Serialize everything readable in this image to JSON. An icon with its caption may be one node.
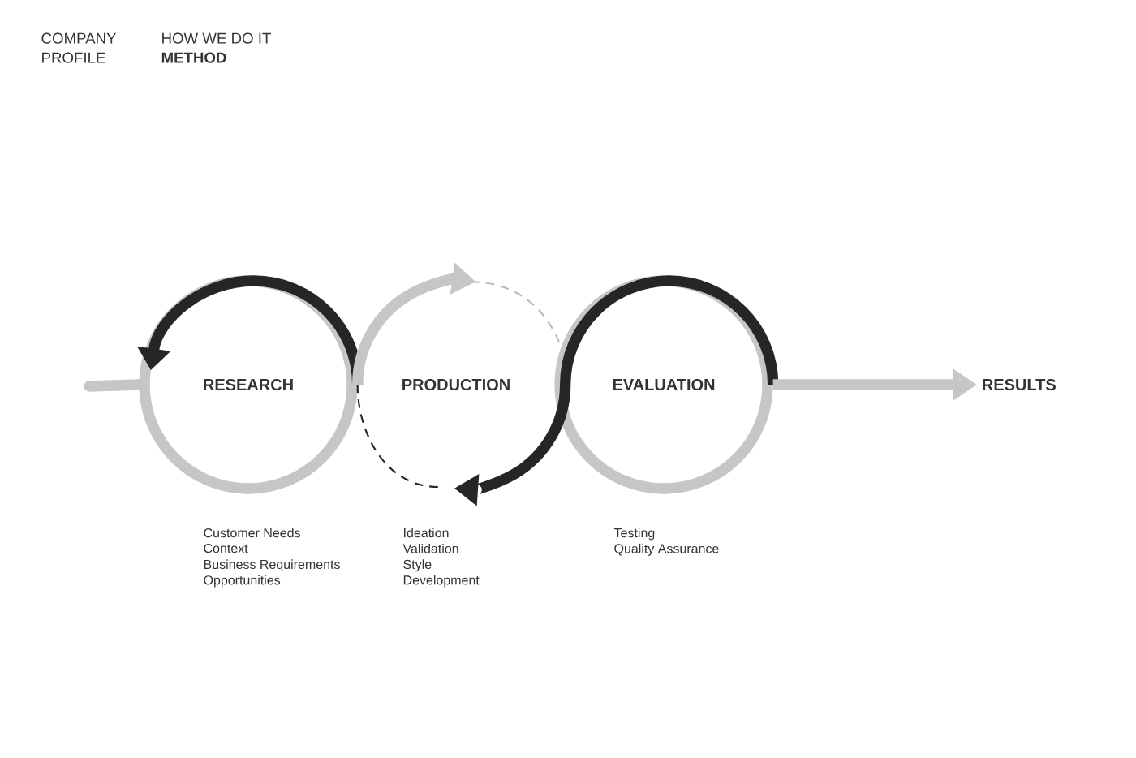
{
  "diagram": {
    "nodes": [
      {
        "text": [
          "RESEARCH"
        ],
        "beside": [
          "Customer Needs",
          "Context",
          "Business Requirements",
          "Opportunities"
        ]
      },
      {
        "text": [
          "PRODUCTION"
        ],
        "beside": [
          "Ideation",
          "Validation",
          "Style",
          "Development"
        ]
      },
      {
        "text": [
          "EVALUATION"
        ],
        "beside": [
          "Testing",
          "Quality Assurance"
        ]
      },
      {
        "text": [
          "RESULTS"
        ]
      }
    ],
    "edges": [
      {
        "from": null,
        "to": 0,
        "arrow": "none"
      },
      {
        "from": 0,
        "to": 1,
        "arrow": "to"
      },
      {
        "from": null,
        "to": 2,
        "arrow": "none",
        "style": "dashed"
      },
      {
        "from": 2,
        "to": 1,
        "arrow": "to",
        "color": "#262626"
      },
      {
        "from": 1,
        "to": 0,
        "arrow": "none",
        "style": "dashed",
        "color": "#262626"
      },
      {
        "from": 2,
        "to": 3,
        "arrow": "to"
      }
    ],
    "labels": [
      "COMPANY PROFILE",
      "HOW WE DO IT",
      "METHOD"
    ]
  }
}
